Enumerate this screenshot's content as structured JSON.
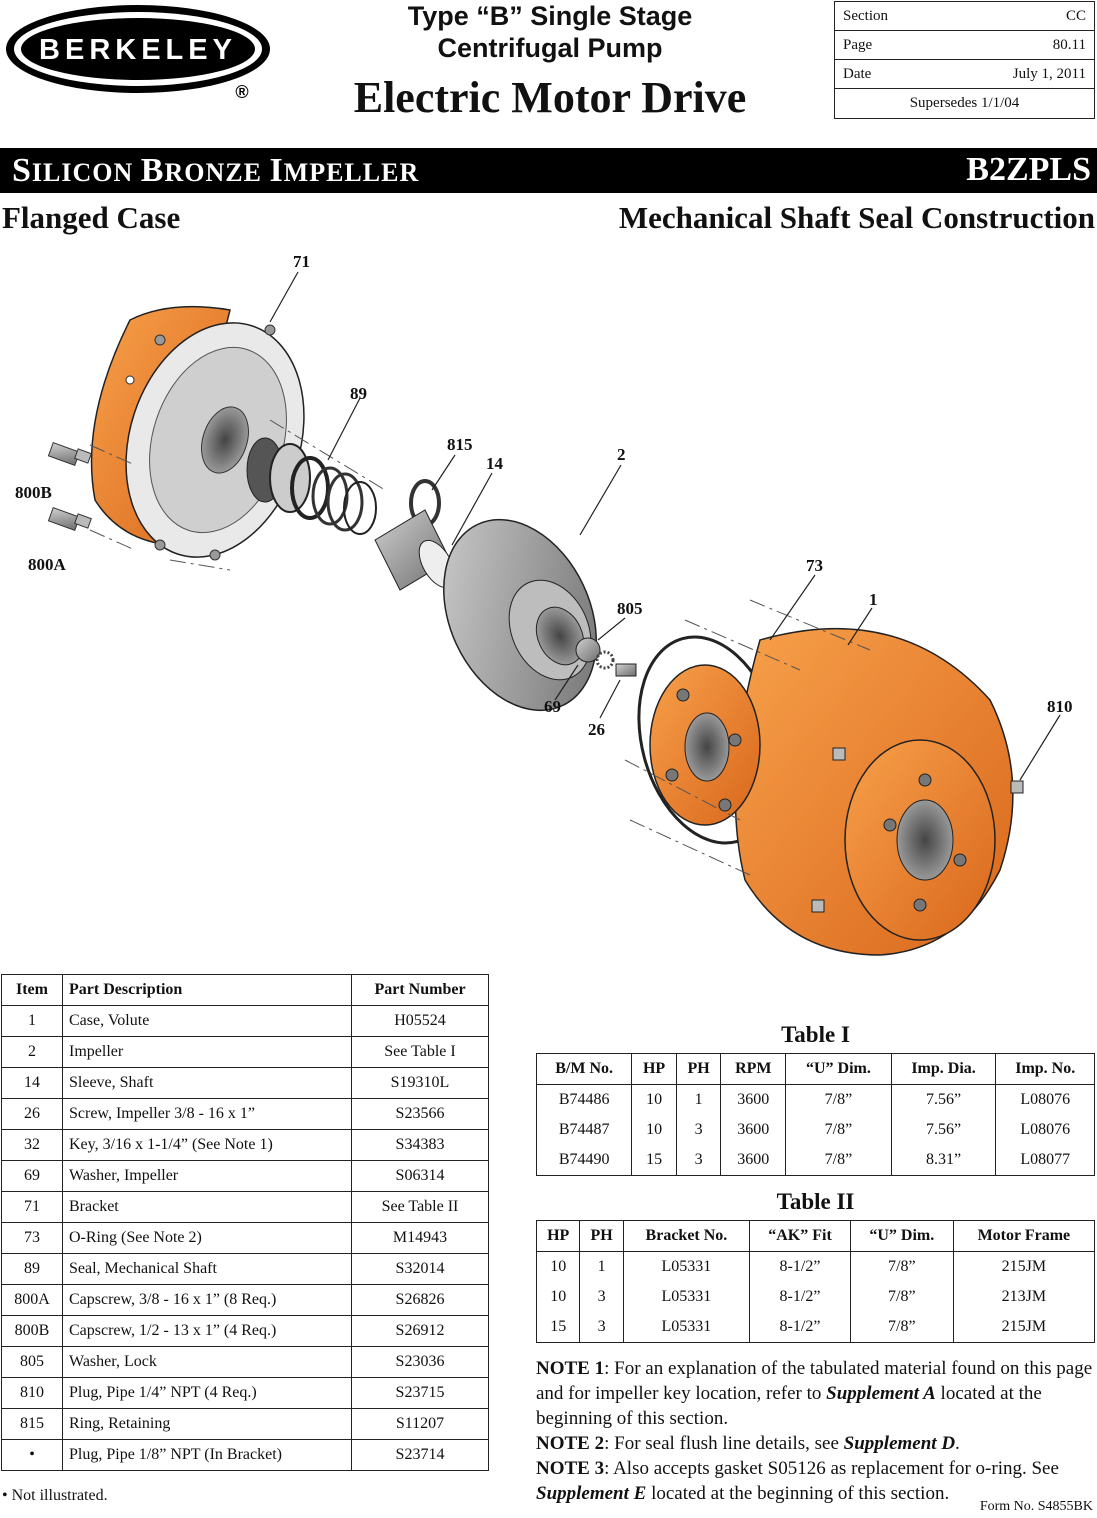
{
  "header": {
    "logo_text": "BERKELEY",
    "registered_mark": "®",
    "title_line1": "Type “B” Single Stage",
    "title_line2": "Centrifugal Pump",
    "title_main": "Electric Motor Drive",
    "info": {
      "section_label": "Section",
      "section_value": "CC",
      "page_label": "Page",
      "page_value": "80.11",
      "date_label": "Date",
      "date_value": "July 1, 2011",
      "supersedes": "Supersedes 1/1/04"
    }
  },
  "banner": {
    "left_parts": [
      {
        "cap": "S",
        "rest": "ILICON "
      },
      {
        "cap": "B",
        "rest": "RONZE "
      },
      {
        "cap": "I",
        "rest": "MPELLER"
      }
    ],
    "right": "B2ZPLS"
  },
  "subtitle_left": "Flanged Case",
  "subtitle_right": "Mechanical Shaft Seal Construction",
  "diagram": {
    "callouts": [
      "71",
      "89",
      "815",
      "14",
      "2",
      "800B",
      "800A",
      "73",
      "1",
      "805",
      "69",
      "26",
      "810"
    ],
    "colors": {
      "orange": "#F08A2C",
      "orange_dark": "#C2601A",
      "steel": "#9A9A9A"
    }
  },
  "parts_table": {
    "headers": [
      "Item",
      "Part Description",
      "Part Number"
    ],
    "rows": [
      [
        "1",
        "Case, Volute",
        "H05524"
      ],
      [
        "2",
        "Impeller",
        "See Table I"
      ],
      [
        "14",
        "Sleeve, Shaft",
        "S19310L"
      ],
      [
        "26",
        "Screw, Impeller 3/8 - 16 x 1”",
        "S23566"
      ],
      [
        "32",
        "Key, 3/16 x 1-1/4” (See Note 1)",
        "S34383"
      ],
      [
        "69",
        "Washer, Impeller",
        "S06314"
      ],
      [
        "71",
        "Bracket",
        "See Table II"
      ],
      [
        "73",
        "O-Ring (See Note 2)",
        "M14943"
      ],
      [
        "89",
        "Seal, Mechanical Shaft",
        "S32014"
      ],
      [
        "800A",
        "Capscrew, 3/8 - 16 x 1” (8 Req.)",
        "S26826"
      ],
      [
        "800B",
        "Capscrew, 1/2 - 13 x 1” (4 Req.)",
        "S26912"
      ],
      [
        "805",
        "Washer, Lock",
        "S23036"
      ],
      [
        "810",
        "Plug, Pipe 1/4” NPT (4 Req.)",
        "S23715"
      ],
      [
        "815",
        "Ring, Retaining",
        "S11207"
      ],
      [
        "•",
        "Plug, Pipe 1/8” NPT (In Bracket)",
        "S23714"
      ]
    ],
    "footnote": "• Not illustrated."
  },
  "table1": {
    "caption": "Table I",
    "headers": [
      "B/M No.",
      "HP",
      "PH",
      "RPM",
      "“U” Dim.",
      "Imp. Dia.",
      "Imp. No."
    ],
    "rows": [
      [
        "B74486",
        "10",
        "1",
        "3600",
        "7/8”",
        "7.56”",
        "L08076"
      ],
      [
        "B74487",
        "10",
        "3",
        "3600",
        "7/8”",
        "7.56”",
        "L08076"
      ],
      [
        "B74490",
        "15",
        "3",
        "3600",
        "7/8”",
        "8.31”",
        "L08077"
      ]
    ]
  },
  "table2": {
    "caption": "Table II",
    "headers": [
      "HP",
      "PH",
      "Bracket No.",
      "“AK” Fit",
      "“U” Dim.",
      "Motor Frame"
    ],
    "rows": [
      [
        "10",
        "1",
        "L05331",
        "8-1/2”",
        "7/8”",
        "215JM"
      ],
      [
        "10",
        "3",
        "L05331",
        "8-1/2”",
        "7/8”",
        "213JM"
      ],
      [
        "15",
        "3",
        "L05331",
        "8-1/2”",
        "7/8”",
        "215JM"
      ]
    ]
  },
  "notes": [
    {
      "label": "NOTE 1",
      "text_before": ": For an explanation of the tabulated material found on this page and for impeller key location, refer to ",
      "emph": "Supplement A",
      "text_after": " located at the beginning of this section."
    },
    {
      "label": "NOTE 2",
      "text_before": ": For seal flush line details, see ",
      "emph": "Supplement D",
      "text_after": "."
    },
    {
      "label": "NOTE 3",
      "text_before": ": Also accepts gasket S05126 as replacement for o-ring. See ",
      "emph": "Supplement E",
      "text_after": " located at the beginning of this section."
    }
  ],
  "form_no": "Form No. S4855BK"
}
